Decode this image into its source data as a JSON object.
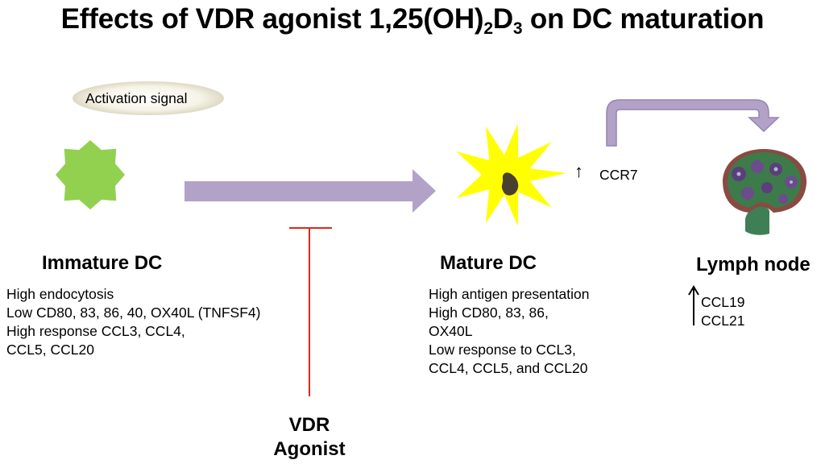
{
  "title": {
    "prefix": "Effects of  VDR agonist 1,25(OH)",
    "sub1": "2",
    "middle": "D",
    "sub2": "3",
    "suffix": " on DC maturation"
  },
  "activation_signal": "Activation signal",
  "immature": {
    "label": "Immature DC",
    "lines": [
      "High endocytosis",
      "Low CD80, 83, 86, 40, OX40L (TNFSF4)",
      "High response CCL3, CCL4,",
      "CCL5, CCL20"
    ]
  },
  "mature": {
    "label": "Mature DC",
    "lines": [
      "High antigen presentation",
      "High CD80, 83, 86,",
      "OX40L",
      "Low response to CCL3,",
      "CCL4, CCL5, and CCL20"
    ],
    "ccr7_arrow": "↑",
    "ccr7": "CCR7"
  },
  "lymph": {
    "label": "Lymph node",
    "arrow": "↑",
    "chemokines": [
      "CCL19",
      "CCL21"
    ]
  },
  "agonist": {
    "line1": "VDR",
    "line2": "Agonist"
  },
  "colors": {
    "immature_cell": "#92d050",
    "mature_cell": "#ffff00",
    "nucleus": "#4a4030",
    "arrow": "#b3a2c7",
    "arrow_border": "#8f7cb0",
    "inhibitor": "#e0261c",
    "pill": "#ddd9c3"
  }
}
